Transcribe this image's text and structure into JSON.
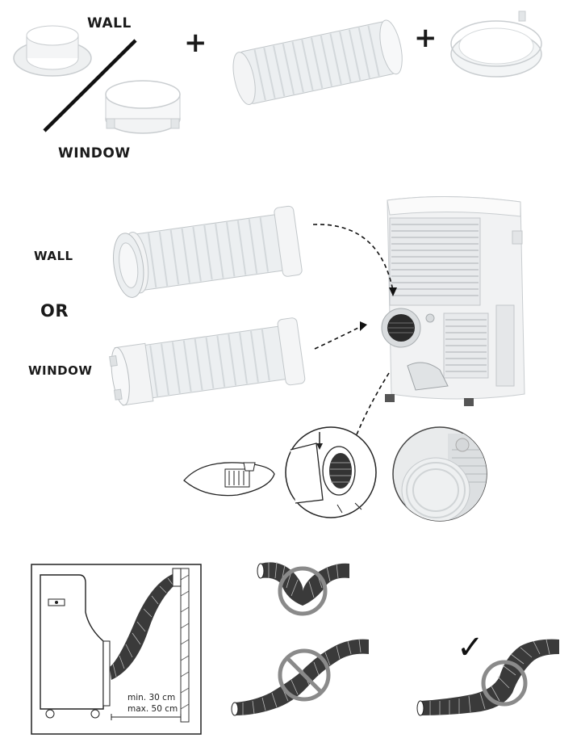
{
  "top": {
    "wall_label": "WALL",
    "window_label": "WINDOW",
    "plus_symbol": "+"
  },
  "middle": {
    "wall_label": "WALL",
    "or_label": "OR",
    "window_label": "WINDOW"
  },
  "bottom": {
    "min_label": "min. 30 cm",
    "max_label": "max. 50 cm",
    "check_symbol": "✓"
  },
  "colors": {
    "ink": "#1a1a1a",
    "hose_light": "#e9ecee",
    "hose_shadow": "#c6cbce",
    "prohibited_ring": "#8a8a8a"
  }
}
